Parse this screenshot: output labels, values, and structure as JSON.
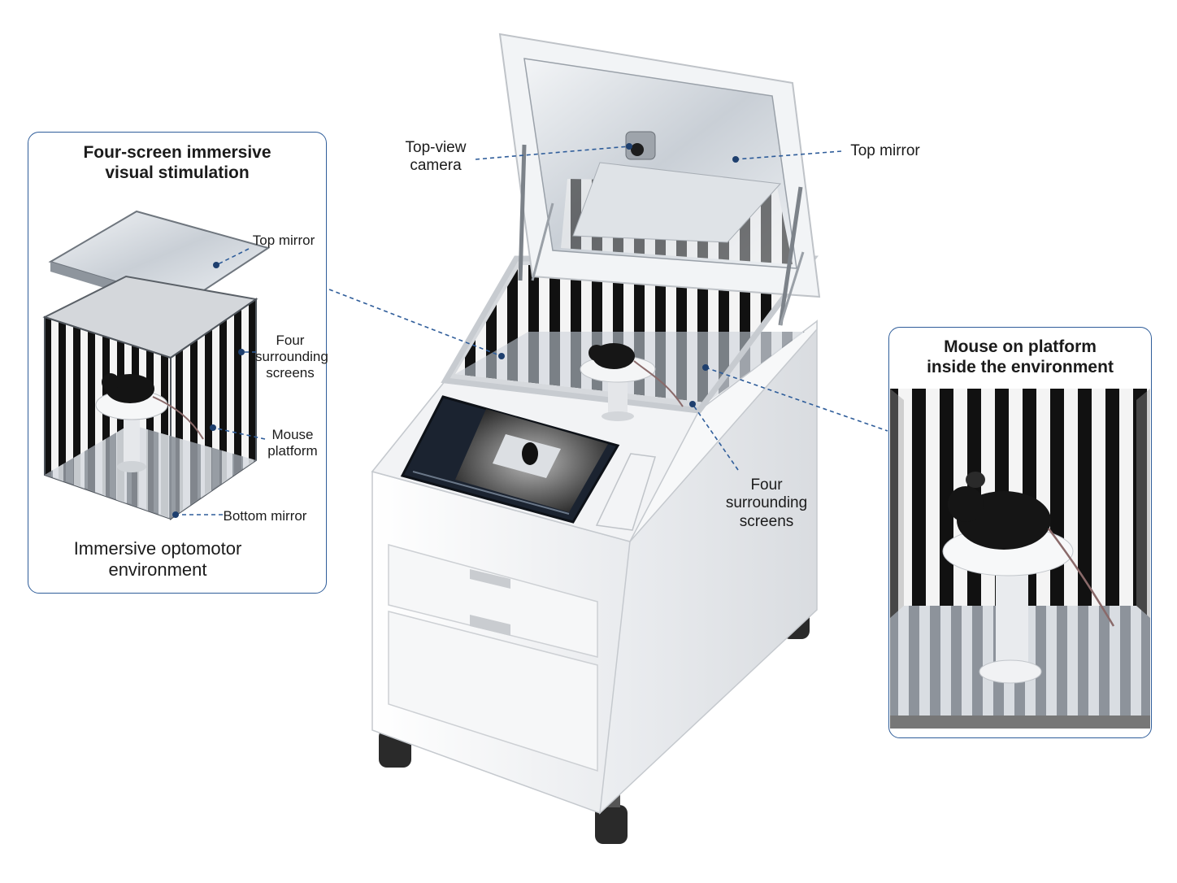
{
  "left_panel": {
    "title_line1": "Four-screen immersive",
    "title_line2": "visual stimulation",
    "top_mirror": "Top mirror",
    "screens_line1": "Four",
    "screens_line2": "surrounding",
    "screens_line3": "screens",
    "platform_line1": "Mouse",
    "platform_line2": "platform",
    "bottom_mirror": "Bottom mirror",
    "caption_line1": "Immersive optomotor",
    "caption_line2": "environment"
  },
  "main_device": {
    "camera_line1": "Top-view",
    "camera_line2": "camera",
    "top_mirror": "Top mirror",
    "screens_line1": "Four",
    "screens_line2": "surrounding",
    "screens_line3": "screens"
  },
  "right_panel": {
    "title_line1": "Mouse on platform",
    "title_line2": "inside the environment"
  },
  "colors": {
    "panel_border": "#2f5d9a",
    "leader_line": "#2f5d9a",
    "stripe_dark": "#111111",
    "stripe_light": "#f4f4f4"
  }
}
